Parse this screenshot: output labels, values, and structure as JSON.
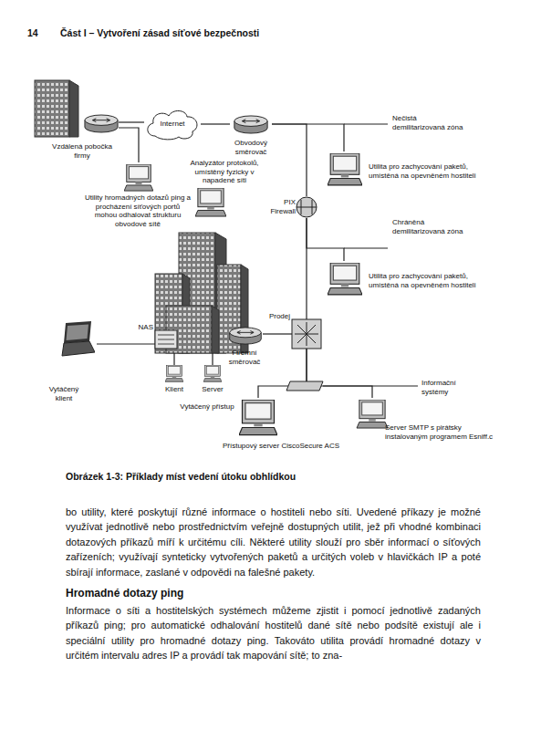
{
  "diagram": {
    "caption": "Obrázek 1-3: Příklady míst vedení útoku obhlídkou",
    "nodes": [
      {
        "text": [
          "Vzdálená pobočka firmy"
        ]
      },
      {
        "text": [
          "Internet"
        ]
      },
      {
        "text": [
          "Obvodový směrovač"
        ]
      },
      {
        "text": [
          "Utility hromadných dotazů ping a procházení síťových portů mohou odhalovat strukturu obvodové sítě"
        ]
      },
      {
        "text": [
          "Analyzátor protokolů, umístěný fyzicky v napadené síti"
        ]
      },
      {
        "text": [
          "Utilita pro zachycování paketů, umístěná na opevněném hostiteli"
        ]
      },
      {
        "text": [
          "PIX Firewall"
        ]
      },
      {
        "text": [
          "Utilita pro zachycování paketů, umístěná na opevněném hostiteli"
        ]
      },
      {
        "text": [
          "Vytáčený klient"
        ]
      },
      {
        "text": [
          "NAS"
        ]
      },
      {
        "text": [
          "Firemní směrovač"
        ]
      },
      {
        "text": [
          "Prodej"
        ]
      },
      {
        "text": [
          "Klient"
        ]
      },
      {
        "text": [
          "Server"
        ]
      },
      {
        "text": [
          "Přístupový server CiscoSecure ACS"
        ]
      },
      {
        "text": [
          "Server SMTP s pirátsky instalovaným programem Esniff.c"
        ]
      }
    ],
    "edges": [
      {
        "from": 0,
        "to": 1,
        "arrow": "none"
      },
      {
        "from": 1,
        "to": 2,
        "arrow": "none"
      },
      {
        "from": 0,
        "to": 3,
        "arrow": "none"
      },
      {
        "from": 2,
        "to": 5,
        "arrow": "none"
      },
      {
        "from": 2,
        "to": 6,
        "arrow": "none"
      },
      {
        "from": 6,
        "to": 7,
        "arrow": "none"
      },
      {
        "from": 6,
        "to": 11,
        "arrow": "none"
      },
      {
        "from": 11,
        "to": 10,
        "arrow": "none"
      },
      {
        "from": 8,
        "to": 9,
        "arrow": "none"
      },
      {
        "from": 11,
        "to": 14,
        "arrow": "none"
      },
      {
        "from": 11,
        "to": 15,
        "arrow": "none"
      }
    ],
    "labels": [
      "14",
      "Část I – Vytvoření zásad síťové bezpečnosti",
      "Nečistá demilitarizovaná zóna",
      "Chráněná demilitarizovaná zóna",
      "Vytáčený přístup",
      "Informační systémy",
      "bo utility, které poskytují různé informace o hostiteli nebo síti. Uvedené příkazy je možné využívat jednotlivě nebo prostřednictvím veřejně dostupných utilit, jež při vhodné kombinaci dotazových příkazů míří k určitému cíli. Některé utility slouží pro sběr informací o síťových zařízeních; využívají synteticky vytvořených paketů a určitých voleb v hlavičkách IP a poté sbírají informace, zaslané v odpovědi na falešné pakety.",
      "Hromadné dotazy ping",
      "Informace o síti a hostitelských systémech můžeme zjistit i pomocí jednotlivě zadaných příkazů ping; pro automatické odhalování hostitelů dané sítě nebo podsítě existují ale i speciální utility pro hromadné dotazy ping. Takováto utilita provádí hromadné dotazy v určitém intervalu adres IP a provádí tak mapování sítě; to zna-"
    ]
  }
}
